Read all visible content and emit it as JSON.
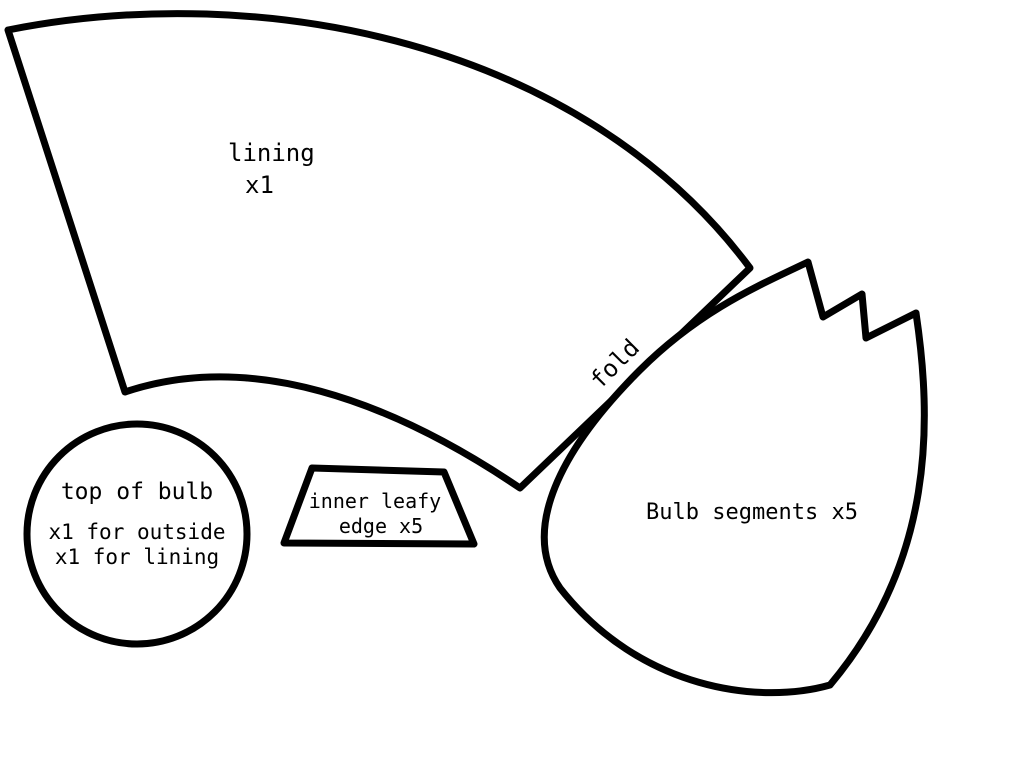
{
  "pieces": {
    "lining": {
      "name": "lining",
      "count": "x1",
      "fold_label": "fold"
    },
    "top_of_bulb": {
      "name": "top of bulb",
      "line1": "x1 for outside",
      "line2": "x1 for lining"
    },
    "inner_leafy_edge": {
      "line1": "inner leafy",
      "line2": "edge x5"
    },
    "bulb_segments": {
      "name": "Bulb segments x5"
    }
  },
  "colors": {
    "outline": "#000000",
    "background": "#ffffff"
  }
}
